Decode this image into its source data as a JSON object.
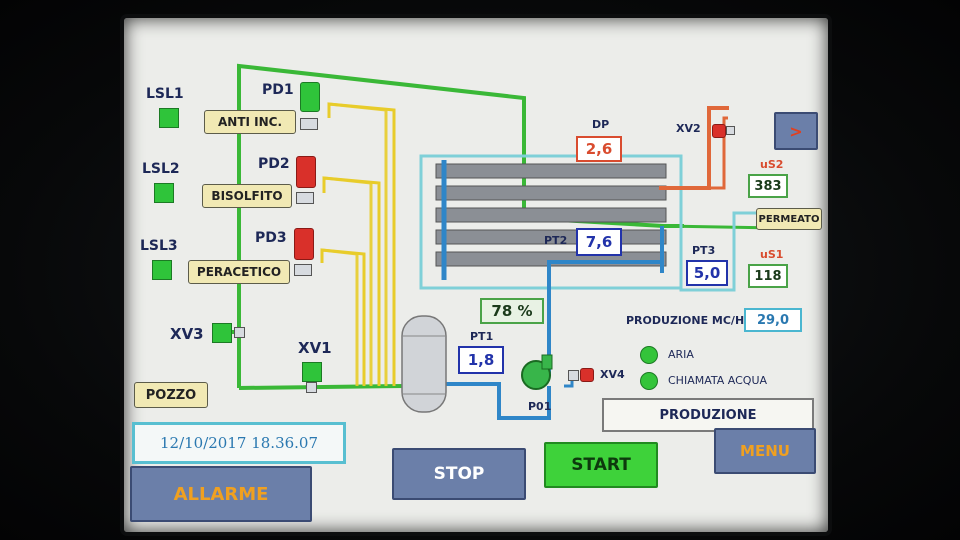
{
  "indicators": {
    "lsl1": "LSL1",
    "lsl2": "LSL2",
    "lsl3": "LSL3",
    "xv3": "XV3",
    "xv1": "XV1",
    "xv2": "XV2",
    "xv4": "XV4",
    "pd1": "PD1",
    "pd2": "PD2",
    "pd3": "PD3",
    "p01": "P01"
  },
  "tags": {
    "anti_inc": "ANTI INC.",
    "bisolfito": "BISOLFITO",
    "peracetico": "PERACETICO",
    "pozzo": "POZZO",
    "permeato": "PERMEATO"
  },
  "readings": {
    "dp_label": "DP",
    "dp_value": "2,6",
    "pt1_label": "PT1",
    "pt1_value": "1,8",
    "pt2_label": "PT2",
    "pt2_value": "7,6",
    "pt3_label": "PT3",
    "pt3_value": "5,0",
    "pump_percent": "78 %",
    "us2_label": "uS2",
    "us2_value": "383",
    "us1_label": "uS1",
    "us1_value": "118",
    "produzione_label": "PRODUZIONE MC/H",
    "produzione_value": "29,0"
  },
  "status": {
    "aria": "ARIA",
    "chiamata_acqua": "CHIAMATA ACQUA",
    "mode": "PRODUZIONE",
    "datetime": "12/10/2017 18.36.07"
  },
  "buttons": {
    "allarme": "ALLARME",
    "stop": "STOP",
    "start": "START",
    "menu": "MENU",
    "next": ">"
  },
  "colors": {
    "pipe_green": "#3ab837",
    "pipe_yellow": "#e8cc2a",
    "pipe_blue": "#2f86c8",
    "pipe_cyan": "#7fd0d8",
    "pipe_orange": "#e0683a",
    "led_green": "#2fc43a",
    "led_red": "#d9302a",
    "value_blue": "#2233aa"
  }
}
